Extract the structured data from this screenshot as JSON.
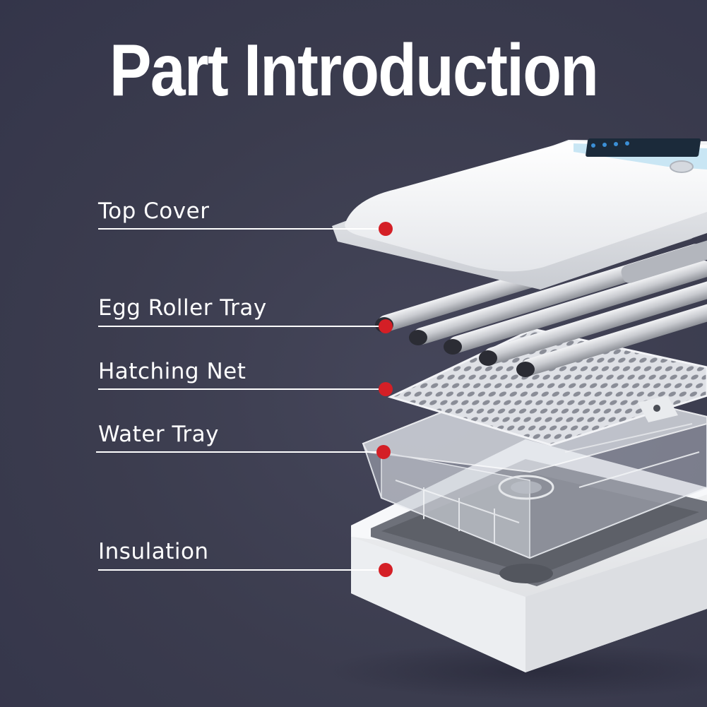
{
  "header": {
    "title": "Part Introduction"
  },
  "parts": [
    {
      "label": "Top Cover"
    },
    {
      "label": "Egg Roller Tray"
    },
    {
      "label": "Hatching Net"
    },
    {
      "label": "Water Tray"
    },
    {
      "label": "Insulation"
    }
  ],
  "colors": {
    "background": "#393a4b",
    "marker": "#d41f26",
    "text": "#ffffff"
  },
  "icons": [
    "incubator-exploded-view"
  ]
}
